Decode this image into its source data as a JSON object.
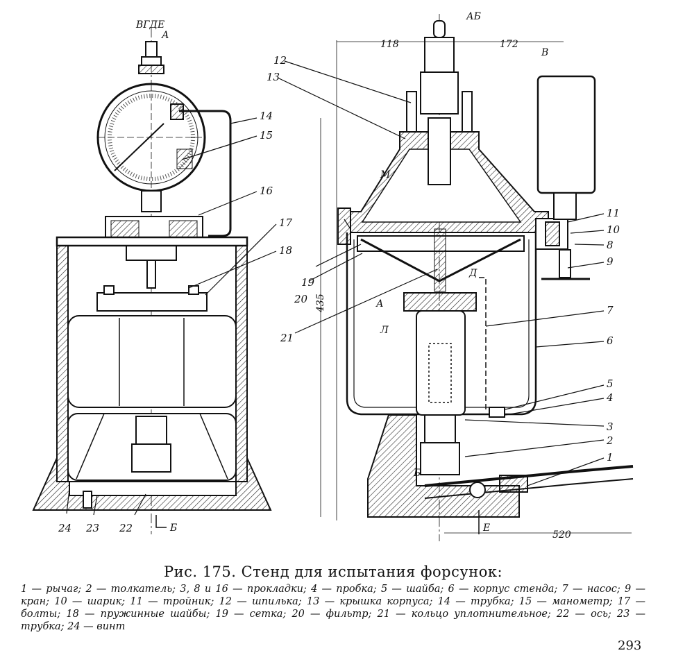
{
  "caption": {
    "title": "Рис. 175. Стенд для испытания форсунок:",
    "legend": "1 — рычаг; 2 — толкатель; 3, 8 и 16 — прокладки; 4 — пробка; 5 — шайба; 6 — корпус стенда; 7 — насос; 9 — кран; 10 — шарик; 11 — тройник; 12 — шпилька; 13 — крышка корпуса; 14 — трубка; 15 — манометр; 17 — болты; 18 — пружинные шайбы; 19 — сетка; 20 — фильтр; 21 — кольцо уплотнительное; 22 — ось; 23 — трубка; 24 — винт"
  },
  "page_number": "293",
  "section_labels": {
    "vgde": "ВГДЕ",
    "a_top": "А",
    "ab": "АБ",
    "b_bottom": "Б",
    "v": "В",
    "e": "Е",
    "m": "М",
    "d": "Д",
    "a_mid": "А",
    "l": "Л",
    "b_lever": "Б"
  },
  "dimensions": {
    "d118": "118",
    "d172": "172",
    "d435": "435",
    "d520": "520"
  },
  "callouts": {
    "n1": "1",
    "n2": "2",
    "n3": "3",
    "n4": "4",
    "n5": "5",
    "n6": "6",
    "n7": "7",
    "n8": "8",
    "n9": "9",
    "n10": "10",
    "n11": "11",
    "n12": "12",
    "n13": "13",
    "n14": "14",
    "n15": "15",
    "n16": "16",
    "n17": "17",
    "n18": "18",
    "n19": "19",
    "n20": "20",
    "n21": "21",
    "n22": "22",
    "n23": "23",
    "n24": "24"
  }
}
